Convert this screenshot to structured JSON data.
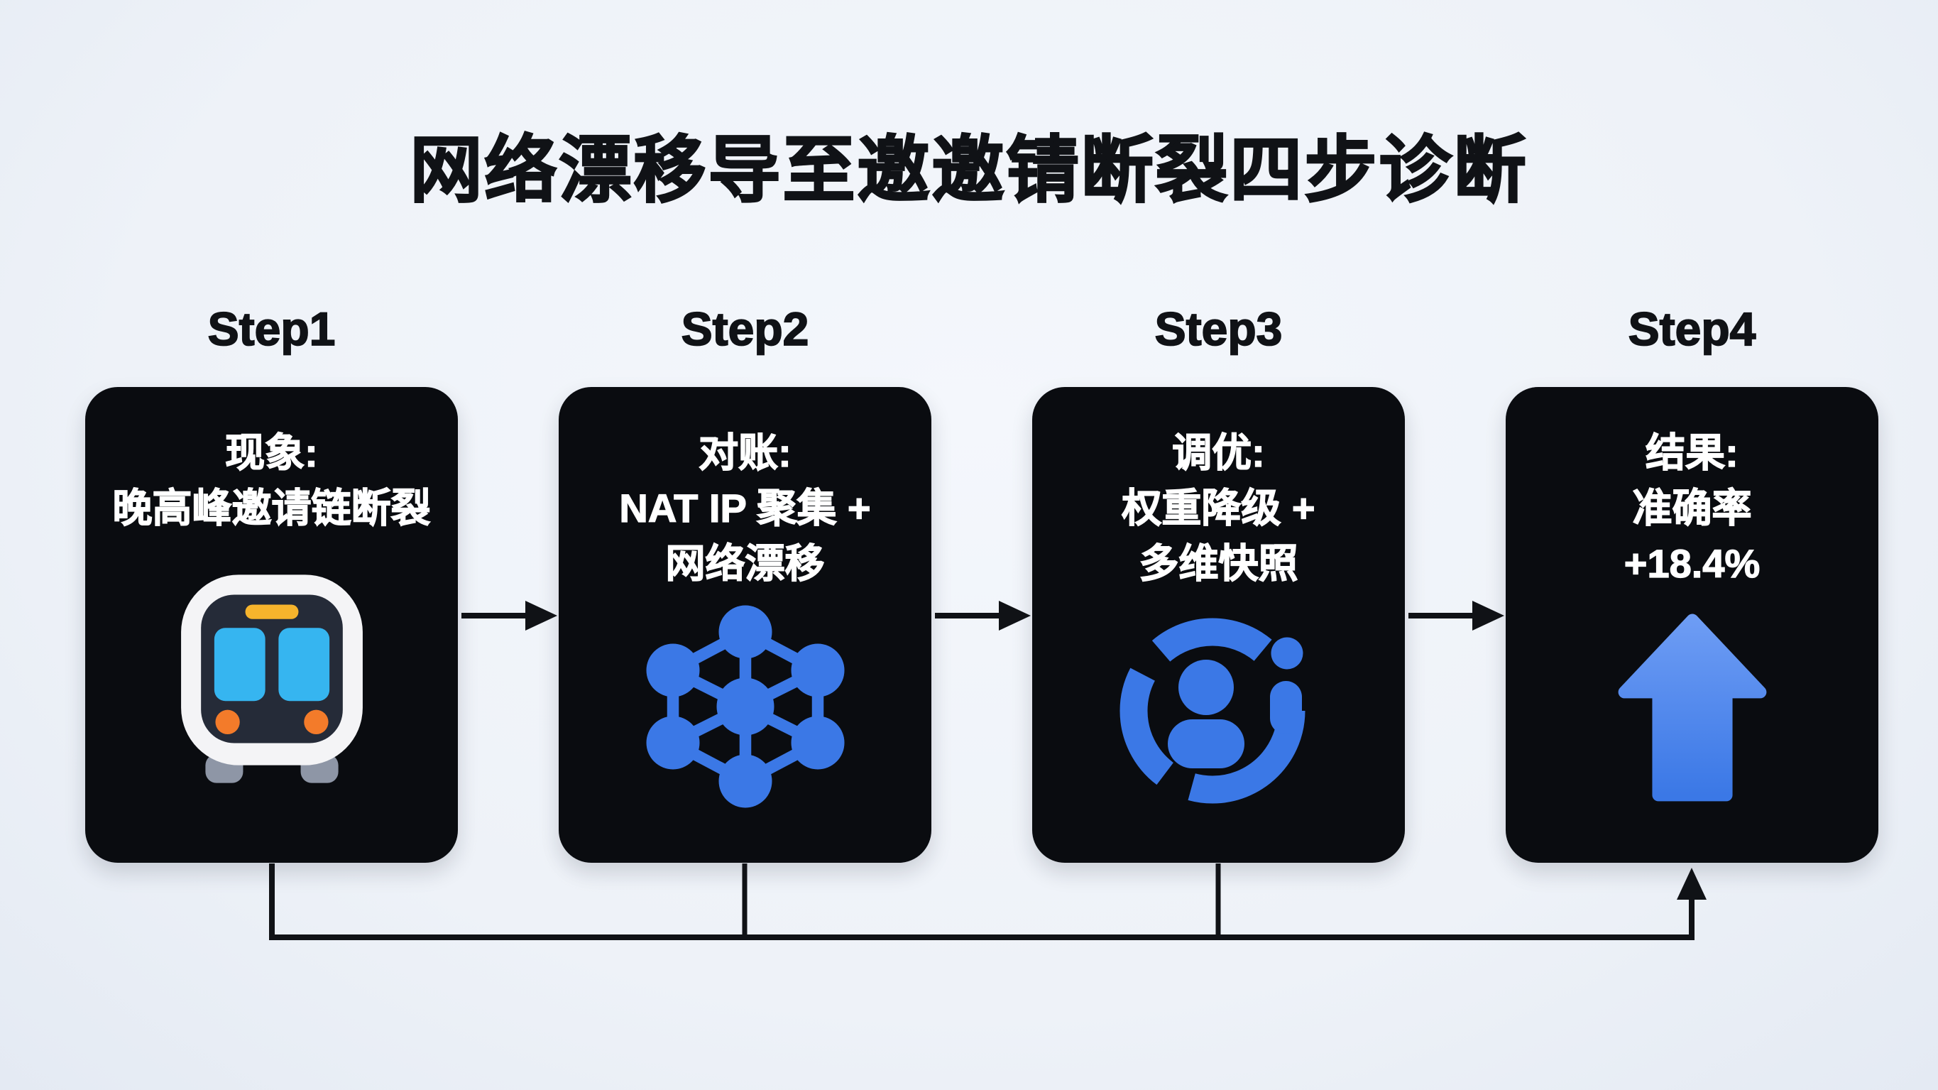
{
  "title": "网络漂移导至邀邀锖断裂四步诊断",
  "steps": [
    {
      "label": "Step1",
      "heading": "现象:",
      "line1": "晚高峰邀请链断裂",
      "line2": "",
      "icon": "metro-train-icon"
    },
    {
      "label": "Step2",
      "heading": "对账:",
      "line1": "NAT IP 聚集 +",
      "line2": "网络漂移",
      "icon": "network-graph-icon"
    },
    {
      "label": "Step3",
      "heading": "调优:",
      "line1": "权重降级 +",
      "line2": "多维快照",
      "icon": "user-sync-icon"
    },
    {
      "label": "Step4",
      "heading": "结果:",
      "line1": "准确率",
      "line2": "+18.4%",
      "icon": "up-arrow-icon"
    }
  ],
  "colors": {
    "page-bg": "#eef2f8",
    "box-bg": "#0a0c10",
    "box-text": "#ffffff",
    "ink": "#101216",
    "icon-blue": "#3b78e6",
    "icon-blue-light": "#6d9cf4",
    "train-body": "#f4f4f6",
    "train-face": "#252b38",
    "train-bar": "#f6b42c",
    "train-window": "#36b5f0",
    "train-light": "#f37b2a",
    "train-foot": "#8e96a6"
  }
}
